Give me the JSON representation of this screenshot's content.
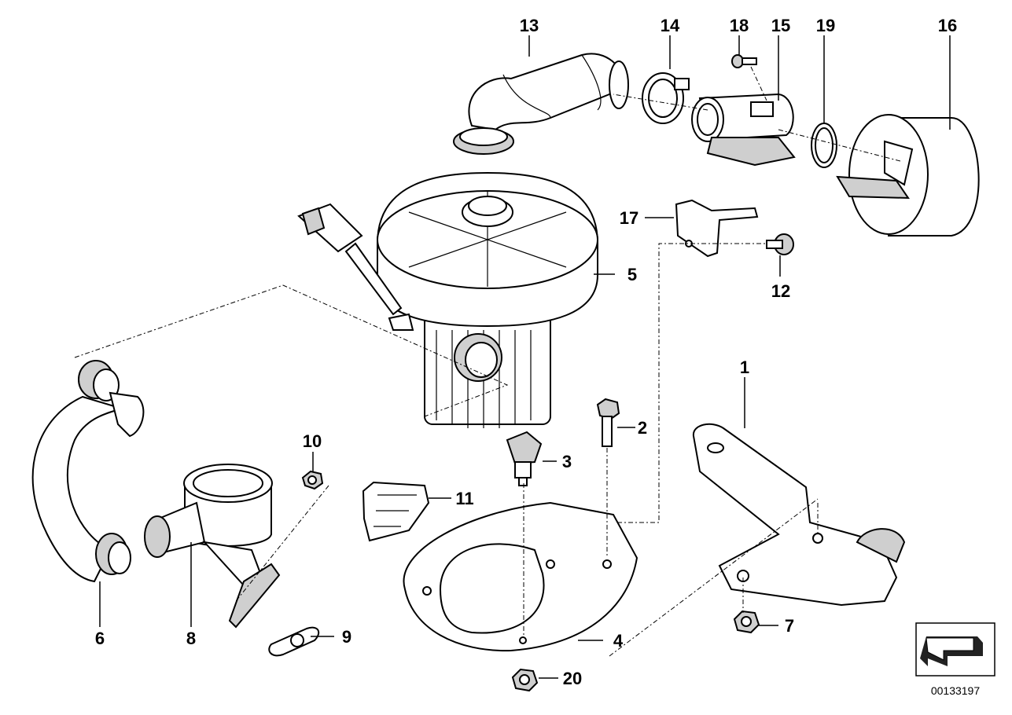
{
  "labels": {
    "p1": "1",
    "p2": "2",
    "p3": "3",
    "p4": "4",
    "p5": "5",
    "p6": "6",
    "p7": "7",
    "p8": "8",
    "p9": "9",
    "p10": "10",
    "p11": "11",
    "p12": "12",
    "p13": "13",
    "p14": "14",
    "p15": "15",
    "p16": "16",
    "p17": "17",
    "p18": "18",
    "p19": "19",
    "p20": "20"
  },
  "doc_number": "00133197",
  "icons": {
    "orientation": "direction-arrow-icon"
  }
}
